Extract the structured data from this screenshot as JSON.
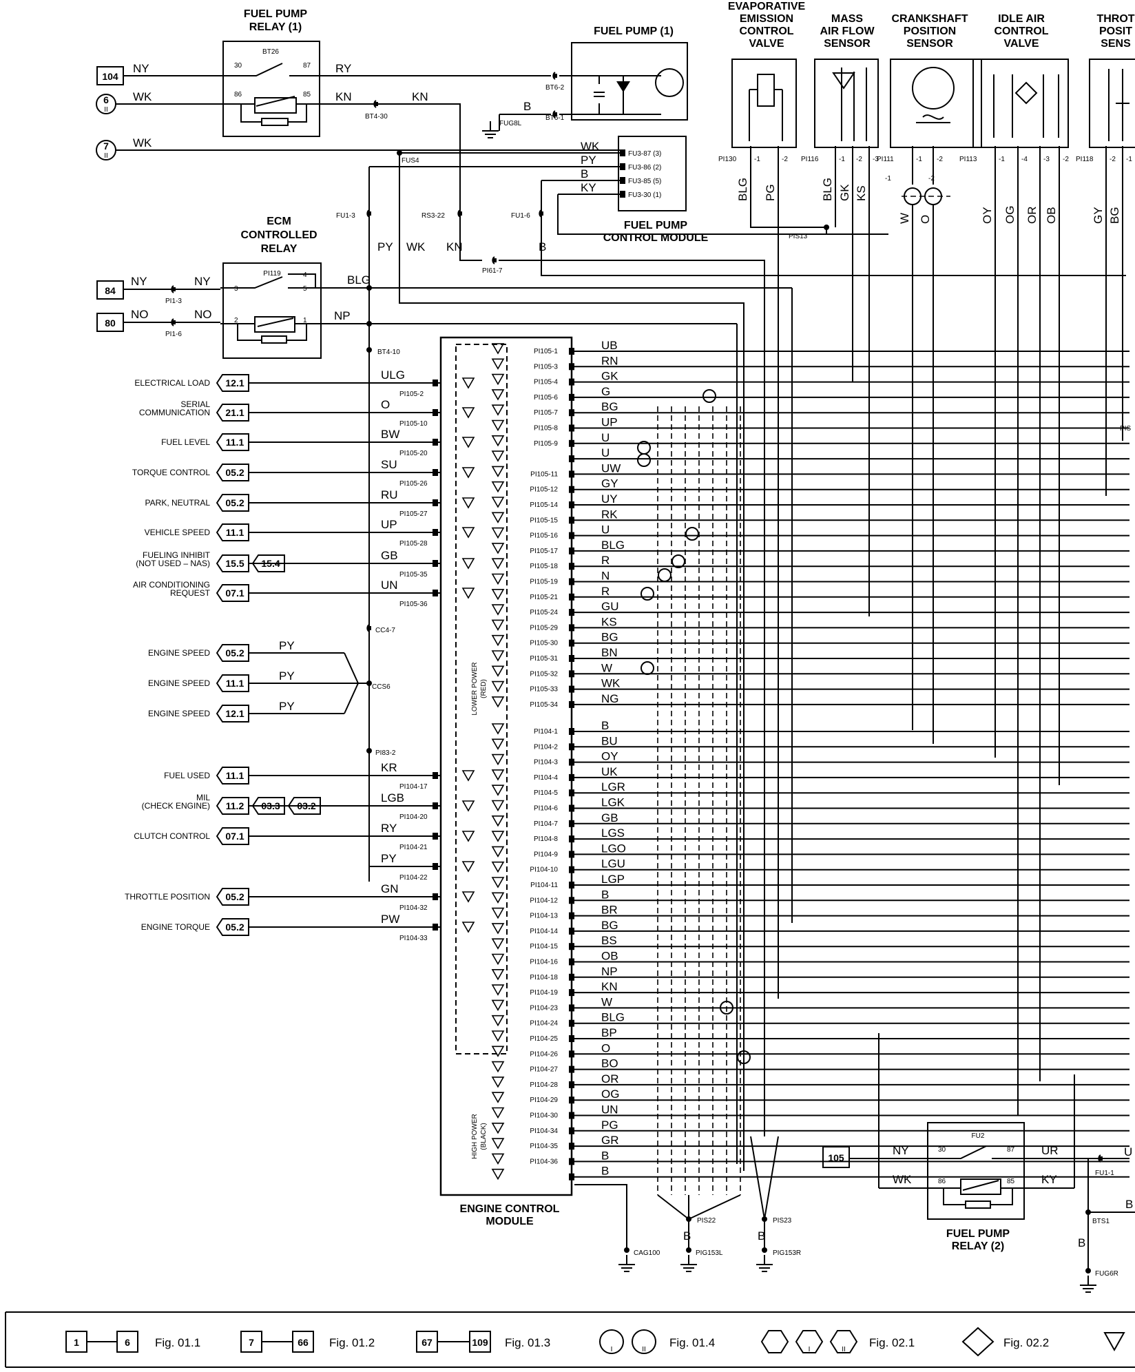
{
  "components": {
    "fuel_pump_relay_1": {
      "title": [
        "FUEL PUMP",
        "RELAY (1)"
      ],
      "id": "BT26",
      "pins": [
        "30",
        "87",
        "86",
        "85"
      ]
    },
    "fuel_pump_1": {
      "title": "FUEL PUMP (1)",
      "conns": [
        "BT6-2",
        "BT6-1"
      ]
    },
    "ecm_relay": {
      "title": [
        "ECM",
        "CONTROLLED",
        "RELAY"
      ],
      "id": "PI119",
      "pins": [
        "3",
        "4",
        "5",
        "2",
        "1"
      ]
    },
    "fuel_pump_control_module": {
      "title": [
        "FUEL PUMP",
        "CONTROL MODULE"
      ],
      "pins": [
        "FU3-87 (3)",
        "FU3-86 (2)",
        "FU3-85 (5)",
        "FU3-30 (1)"
      ],
      "wires": [
        "WK",
        "PY",
        "B",
        "KY"
      ]
    },
    "ecm": {
      "title": [
        "ENGINE CONTROL",
        "MODULE"
      ],
      "lower_power": [
        "LOWER POWER",
        "(RED)"
      ],
      "high_power": [
        "HIGH POWER",
        "(BLACK)"
      ]
    },
    "fuel_pump_relay_2": {
      "title": [
        "FUEL PUMP",
        "RELAY (2)"
      ],
      "id": "FU2",
      "pins": [
        "30",
        "87",
        "86",
        "85"
      ],
      "box": "105",
      "left_wires": [
        "NY",
        "WK"
      ],
      "right_wires": [
        "UR",
        "KY"
      ]
    }
  },
  "sensors": [
    {
      "title": [
        "EVAPORATIVE",
        "EMISSION",
        "CONTROL",
        "VALVE"
      ],
      "conn": "PI130",
      "pins": [
        "-1",
        "-2"
      ],
      "wires": [
        "BLG",
        "PG"
      ]
    },
    {
      "title": [
        "MASS",
        "AIR FLOW",
        "SENSOR"
      ],
      "conn": "PI116",
      "pins": [
        "-1",
        "-2",
        "-3"
      ],
      "wires": [
        "BLG",
        "GK",
        "KS"
      ]
    },
    {
      "title": [
        "CRANKSHAFT",
        "POSITION",
        "SENSOR"
      ],
      "conn": "PI111",
      "pins": [
        "-1",
        "-2"
      ],
      "wires": [
        "W",
        "O"
      ]
    },
    {
      "title": [
        "IDLE AIR",
        "CONTROL",
        "VALVE"
      ],
      "conn": "PI113",
      "pins": [
        "-1",
        "-4",
        "-3",
        "-2"
      ],
      "wires": [
        "OY",
        "OG",
        "OR",
        "OB"
      ]
    },
    {
      "title": [
        "THROT",
        "POSIT",
        "SENS"
      ],
      "conn": "PI118",
      "pins": [
        "-2",
        "-1"
      ],
      "wires": [
        "GY",
        "BG"
      ]
    }
  ],
  "top_inputs": [
    {
      "ref": "104",
      "wire": "NY",
      "shape": "square"
    },
    {
      "ref": "6",
      "sub": "II",
      "wire": "WK",
      "shape": "circle"
    },
    {
      "ref": "7",
      "sub": "II",
      "wire": "WK",
      "shape": "circle"
    },
    {
      "ref": "84",
      "wire": "NY",
      "conn": "PI1-3",
      "wire2": "NY",
      "shape": "square"
    },
    {
      "ref": "80",
      "wire": "NO",
      "conn": "PI1-6",
      "wire2": "NO",
      "shape": "square"
    }
  ],
  "misc_labels": {
    "relay1_right": [
      "RY",
      "KN"
    ],
    "bt4_30": "BT4-30",
    "kn_top": "KN",
    "b_pump": "B",
    "fug8l": "FUG8L",
    "fus4": "FUS4",
    "fu1_3": "FU1-3",
    "rs3_22": "RS3-22",
    "fu1_6": "FU1-6",
    "pi61_7": "PI61-7",
    "mid_wires": [
      "PY",
      "WK",
      "KN",
      "B"
    ],
    "ecm_relay_right": [
      "BLG",
      "NP"
    ],
    "bt4_10": "BT4-10",
    "cc4_7": "CC4-7",
    "ccs6": "CCS6",
    "pi83_2": "PI83-2",
    "pis13": "PIS13",
    "pis22": "PIS22",
    "pis23": "PIS23",
    "cag100": "CAG100",
    "pig153l": "PIG153L",
    "pig153r": "PIG153R",
    "b_ground": "B",
    "fu1_1": "FU1-1",
    "bts1": "BTS1",
    "fug6r": "FUG6R",
    "b_right": "B",
    "u_right": "U",
    "b_right2": "B",
    "pis_right": "PIS"
  },
  "left_signals": [
    {
      "label": [
        "ELECTRICAL LOAD"
      ],
      "refs": [
        "12.1"
      ],
      "wire": "ULG",
      "pin": "PI105-2"
    },
    {
      "label": [
        "SERIAL",
        "COMMUNICATION"
      ],
      "refs": [
        "21.1"
      ],
      "wire": "O",
      "pin": "PI105-10"
    },
    {
      "label": [
        "FUEL LEVEL"
      ],
      "refs": [
        "11.1"
      ],
      "wire": "BW",
      "pin": "PI105-20"
    },
    {
      "label": [
        "TORQUE CONTROL"
      ],
      "refs": [
        "05.2"
      ],
      "wire": "SU",
      "pin": "PI105-26"
    },
    {
      "label": [
        "PARK, NEUTRAL"
      ],
      "refs": [
        "05.2"
      ],
      "wire": "RU",
      "pin": "PI105-27"
    },
    {
      "label": [
        "VEHICLE SPEED"
      ],
      "refs": [
        "11.1"
      ],
      "wire": "UP",
      "pin": "PI105-28"
    },
    {
      "label": [
        "FUELING INHIBIT",
        "(NOT USED – NAS)"
      ],
      "refs": [
        "15.5",
        "15.4"
      ],
      "wire": "GB",
      "pin": "PI105-35"
    },
    {
      "label": [
        "AIR CONDITIONING",
        "REQUEST"
      ],
      "refs": [
        "07.1"
      ],
      "wire": "UN",
      "pin": "PI105-36"
    },
    {
      "label": [
        "ENGINE SPEED"
      ],
      "refs": [
        "05.2"
      ],
      "wire": "PY",
      "pin": ""
    },
    {
      "label": [
        "ENGINE SPEED"
      ],
      "refs": [
        "11.1"
      ],
      "wire": "PY",
      "pin": ""
    },
    {
      "label": [
        "ENGINE SPEED"
      ],
      "refs": [
        "12.1"
      ],
      "wire": "PY",
      "pin": ""
    },
    {
      "label": [
        "FUEL USED"
      ],
      "refs": [
        "11.1"
      ],
      "wire": "KR",
      "pin": "PI104-17"
    },
    {
      "label": [
        "MIL",
        "(CHECK ENGINE)"
      ],
      "refs": [
        "11.2",
        "03.3",
        "03.2"
      ],
      "wire": "LGB",
      "pin": "PI104-20"
    },
    {
      "label": [
        "CLUTCH CONTROL"
      ],
      "refs": [
        "07.1"
      ],
      "wire": "RY",
      "pin": "PI104-21"
    },
    {
      "label": [
        ""
      ],
      "refs": [],
      "wire": "PY",
      "pin": "PI104-22"
    },
    {
      "label": [
        "THROTTLE POSITION"
      ],
      "refs": [
        "05.2"
      ],
      "wire": "GN",
      "pin": "PI104-32"
    },
    {
      "label": [
        "ENGINE TORQUE"
      ],
      "refs": [
        "05.2"
      ],
      "wire": "PW",
      "pin": "PI104-33"
    }
  ],
  "ecm_pins_105": [
    {
      "pin": "PI105-1",
      "wire": "UB"
    },
    {
      "pin": "PI105-3",
      "wire": "RN"
    },
    {
      "pin": "PI105-4",
      "wire": "GK"
    },
    {
      "pin": "PI105-6",
      "wire": "G"
    },
    {
      "pin": "PI105-7",
      "wire": "BG"
    },
    {
      "pin": "PI105-8",
      "wire": "UP"
    },
    {
      "pin": "PI105-9",
      "wire": "U"
    },
    {
      "pin": "",
      "wire": "U"
    },
    {
      "pin": "PI105-11",
      "wire": "UW"
    },
    {
      "pin": "PI105-12",
      "wire": "GY"
    },
    {
      "pin": "PI105-14",
      "wire": "UY"
    },
    {
      "pin": "PI105-15",
      "wire": "RK"
    },
    {
      "pin": "PI105-16",
      "wire": "U"
    },
    {
      "pin": "PI105-17",
      "wire": "BLG"
    },
    {
      "pin": "PI105-18",
      "wire": "R"
    },
    {
      "pin": "PI105-19",
      "wire": "N"
    },
    {
      "pin": "PI105-21",
      "wire": "R"
    },
    {
      "pin": "PI105-24",
      "wire": "GU"
    },
    {
      "pin": "PI105-29",
      "wire": "KS"
    },
    {
      "pin": "PI105-30",
      "wire": "BG"
    },
    {
      "pin": "PI105-31",
      "wire": "BN"
    },
    {
      "pin": "PI105-32",
      "wire": "W"
    },
    {
      "pin": "PI105-33",
      "wire": "WK"
    },
    {
      "pin": "PI105-34",
      "wire": "NG"
    }
  ],
  "ecm_pins_104": [
    {
      "pin": "PI104-1",
      "wire": "B"
    },
    {
      "pin": "PI104-2",
      "wire": "BU"
    },
    {
      "pin": "PI104-3",
      "wire": "OY"
    },
    {
      "pin": "PI104-4",
      "wire": "UK"
    },
    {
      "pin": "PI104-5",
      "wire": "LGR"
    },
    {
      "pin": "PI104-6",
      "wire": "LGK"
    },
    {
      "pin": "PI104-7",
      "wire": "GB"
    },
    {
      "pin": "PI104-8",
      "wire": "LGS"
    },
    {
      "pin": "PI104-9",
      "wire": "LGO"
    },
    {
      "pin": "PI104-10",
      "wire": "LGU"
    },
    {
      "pin": "PI104-11",
      "wire": "LGP"
    },
    {
      "pin": "PI104-12",
      "wire": "B"
    },
    {
      "pin": "PI104-13",
      "wire": "BR"
    },
    {
      "pin": "PI104-14",
      "wire": "BG"
    },
    {
      "pin": "PI104-15",
      "wire": "BS"
    },
    {
      "pin": "PI104-16",
      "wire": "OB"
    },
    {
      "pin": "PI104-18",
      "wire": "NP"
    },
    {
      "pin": "PI104-19",
      "wire": "KN"
    },
    {
      "pin": "PI104-23",
      "wire": "W"
    },
    {
      "pin": "PI104-24",
      "wire": "BLG"
    },
    {
      "pin": "PI104-25",
      "wire": "BP"
    },
    {
      "pin": "PI104-26",
      "wire": "O"
    },
    {
      "pin": "PI104-27",
      "wire": "BO"
    },
    {
      "pin": "PI104-28",
      "wire": "OR"
    },
    {
      "pin": "PI104-29",
      "wire": "OG"
    },
    {
      "pin": "PI104-30",
      "wire": "UN"
    },
    {
      "pin": "PI104-34",
      "wire": "PG"
    },
    {
      "pin": "PI104-35",
      "wire": "GR"
    },
    {
      "pin": "PI104-36",
      "wire": "B"
    },
    {
      "pin": "",
      "wire": "B"
    }
  ],
  "legend": [
    {
      "from": "1",
      "to": "6",
      "fig": "Fig. 01.1"
    },
    {
      "from": "7",
      "to": "66",
      "fig": "Fig. 01.2"
    },
    {
      "from": "67",
      "to": "109",
      "fig": "Fig. 01.3"
    },
    {
      "symbols": [
        "I",
        "II"
      ],
      "fig": "Fig. 01.4"
    },
    {
      "symbols": [
        "",
        "I",
        "II"
      ],
      "fig": "Fig. 02.1"
    },
    {
      "symbols": [
        "diamond"
      ],
      "fig": "Fig. 02.2"
    }
  ]
}
